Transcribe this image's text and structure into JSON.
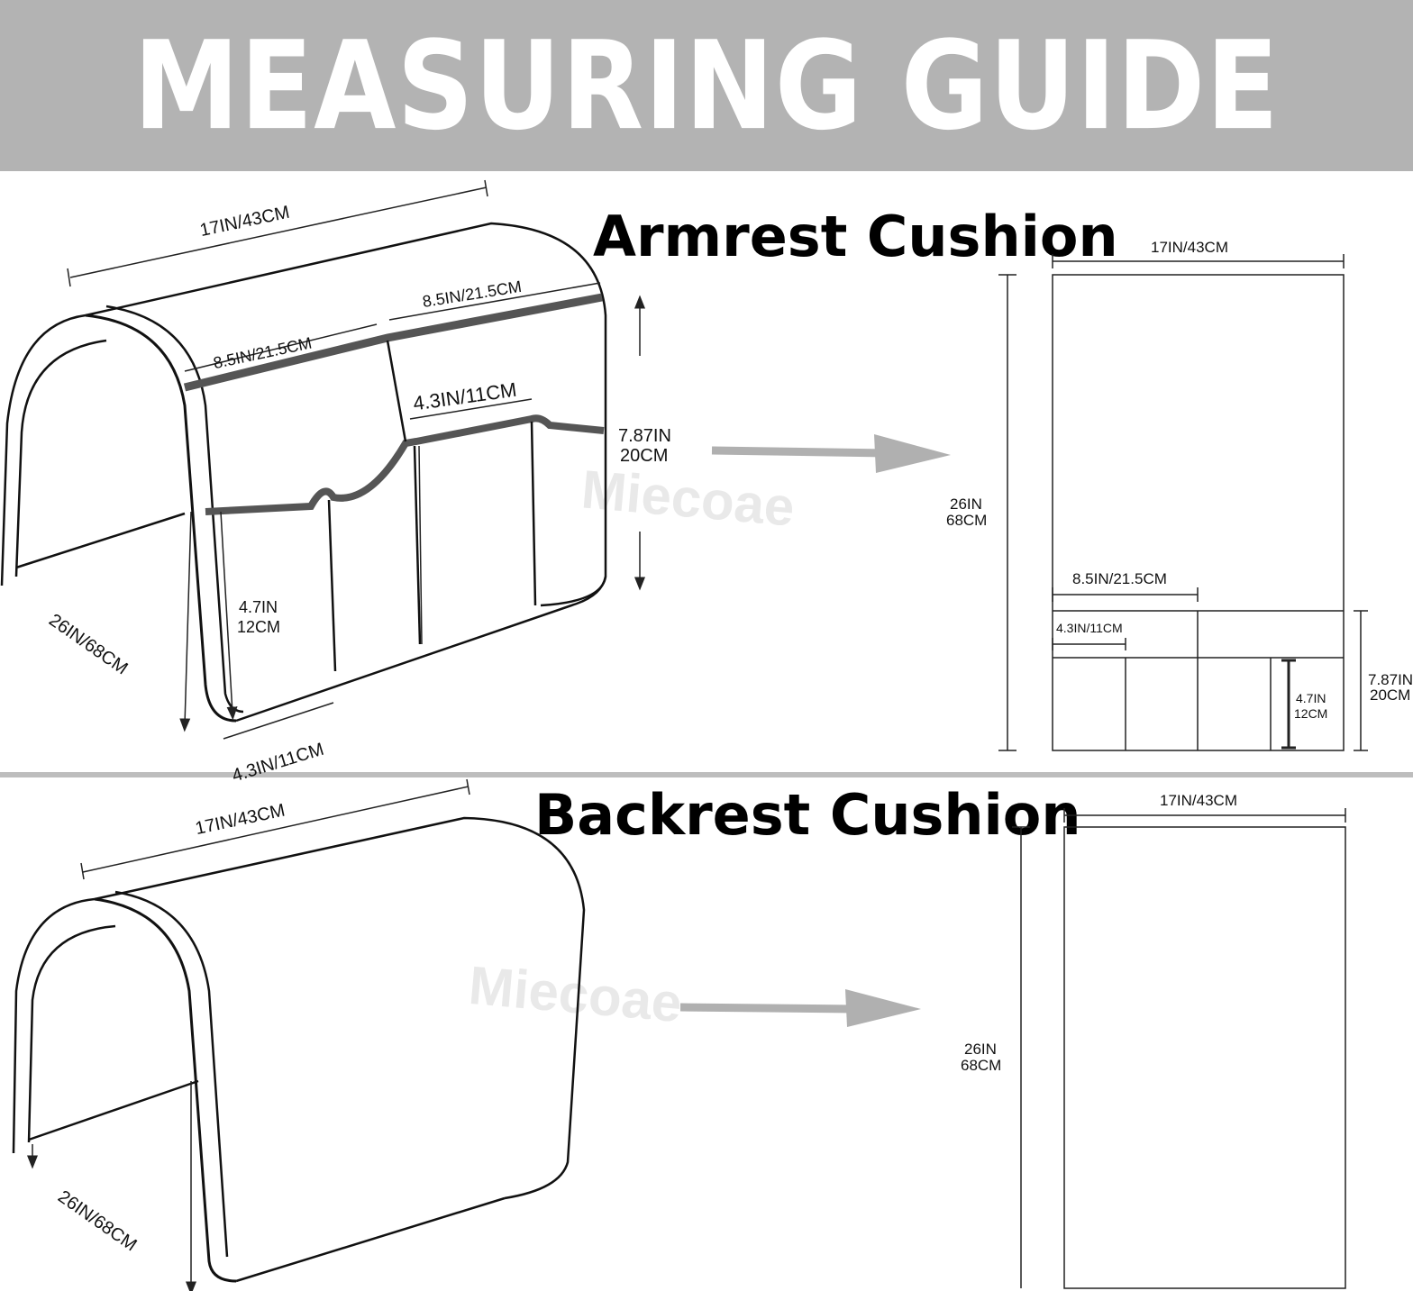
{
  "header": {
    "title": "MEASURING GUIDE"
  },
  "sections": {
    "armrest": {
      "title": "Armrest Cushion"
    },
    "backrest": {
      "title": "Backrest Cushion"
    }
  },
  "watermark": "Miecoae",
  "labels": {
    "width_17": "17IN/43CM",
    "pocket_half": "8.5IN/21.5CM",
    "pocket_width": "4.3IN/11CM",
    "flap_height_in": "7.87IN",
    "flap_height_cm": "20CM",
    "pocket_height_in": "4.7IN",
    "pocket_height_cm": "12CM",
    "length_26_68": "26IN/68CM",
    "length_in": "26IN",
    "length_cm": "68CM",
    "flap_height_in_cut": "7.87IN",
    "flap_height_cm_cut": "20CM"
  },
  "colors": {
    "banner": "#b3b3b3",
    "arrow": "#b0b0b0",
    "trim": "#555555"
  }
}
